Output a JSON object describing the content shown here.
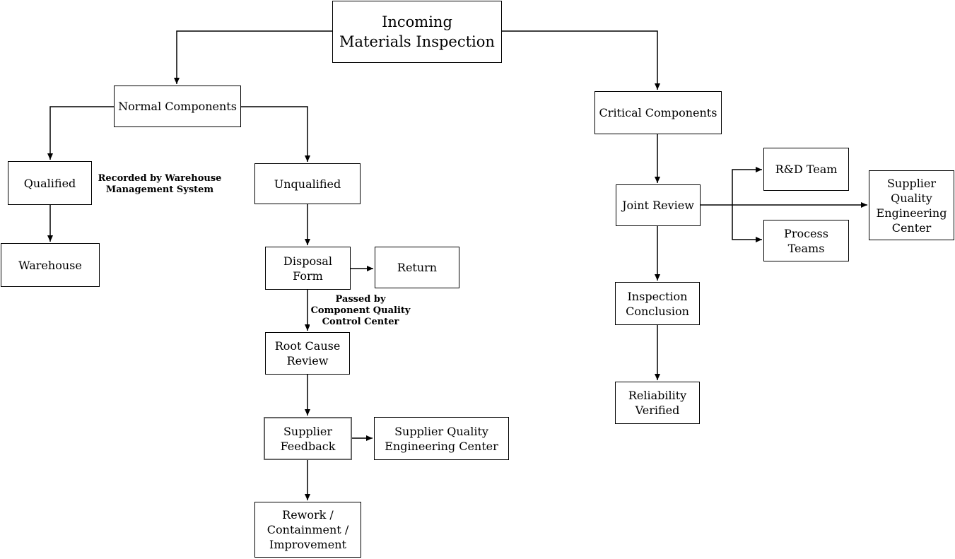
{
  "diagram": {
    "type": "flowchart",
    "background_color": "#ffffff",
    "line_color": "#000000",
    "box_border_color": "#000000",
    "highlight_border_color": "#666666",
    "nodes": {
      "title": {
        "label": "Incoming\nMaterials Inspection"
      },
      "normal_components": {
        "label": "Normal Components"
      },
      "qualified": {
        "label": "Qualified"
      },
      "warehouse": {
        "label": "Warehouse"
      },
      "unqualified": {
        "label": "Unqualified"
      },
      "disposal_form": {
        "label": "Disposal\nForm"
      },
      "return": {
        "label": "Return"
      },
      "root_cause_review": {
        "label": "Root Cause\nReview"
      },
      "supplier_feedback": {
        "label": "Supplier\nFeedback"
      },
      "supplier_quality_engineering_center": {
        "label": "Supplier Quality\nEngineering Center"
      },
      "rework_containment_improvement": {
        "label": "Rework /\nContainment /\nImprovement"
      },
      "critical_components": {
        "label": "Critical Components"
      },
      "joint_review": {
        "label": "Joint Review"
      },
      "rd_team": {
        "label": "R&D Team"
      },
      "process_teams": {
        "label": "Process\nTeams"
      },
      "supplier_quality_engineering_center_right": {
        "label": "Supplier\nQuality\nEngineering\nCenter"
      },
      "inspection_conclusion": {
        "label": "Inspection\nConclusion"
      },
      "reliability_verified": {
        "label": "Reliability\nVerified"
      }
    },
    "annotations": {
      "recorded_by": {
        "label": "Recorded by Warehouse\nManagement System"
      },
      "passed_by": {
        "label": "Passed by\nComponent Quality\nControl Center"
      }
    }
  }
}
